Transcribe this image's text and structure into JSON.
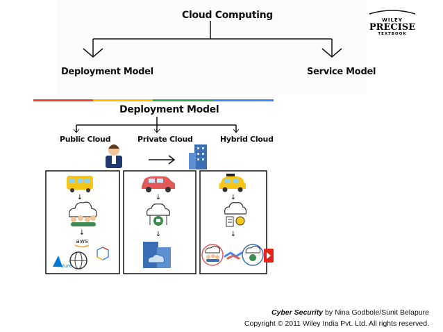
{
  "logo": {
    "line1": "WILEY",
    "line2": "PRECISE",
    "line3": "TEXTBOOK"
  },
  "tree": {
    "root": "Cloud Computing",
    "left_child": "Deployment Model",
    "right_child": "Service Model"
  },
  "deployment": {
    "title": "Deployment Model",
    "types": [
      "Public Cloud",
      "Private Cloud",
      "Hybrid Cloud"
    ],
    "aws_label": "aws",
    "azure_label": "Azure"
  },
  "footer": {
    "book_title": "Cyber Security",
    "authors": " by Nina Godbole/Sunit Belapure",
    "copyright": "Copyright © 2011 Wiley India Pvt. Ltd.  All rights reserved."
  },
  "colors": {
    "rainbow": [
      "#ea4335",
      "#fbbc05",
      "#34a853",
      "#4285f4"
    ],
    "bus": "#f5c518",
    "car": "#e05a5a",
    "taxi": "#f5c518",
    "cloud_green": "#3d8a4e",
    "building_blue": "#3b6fb5"
  }
}
